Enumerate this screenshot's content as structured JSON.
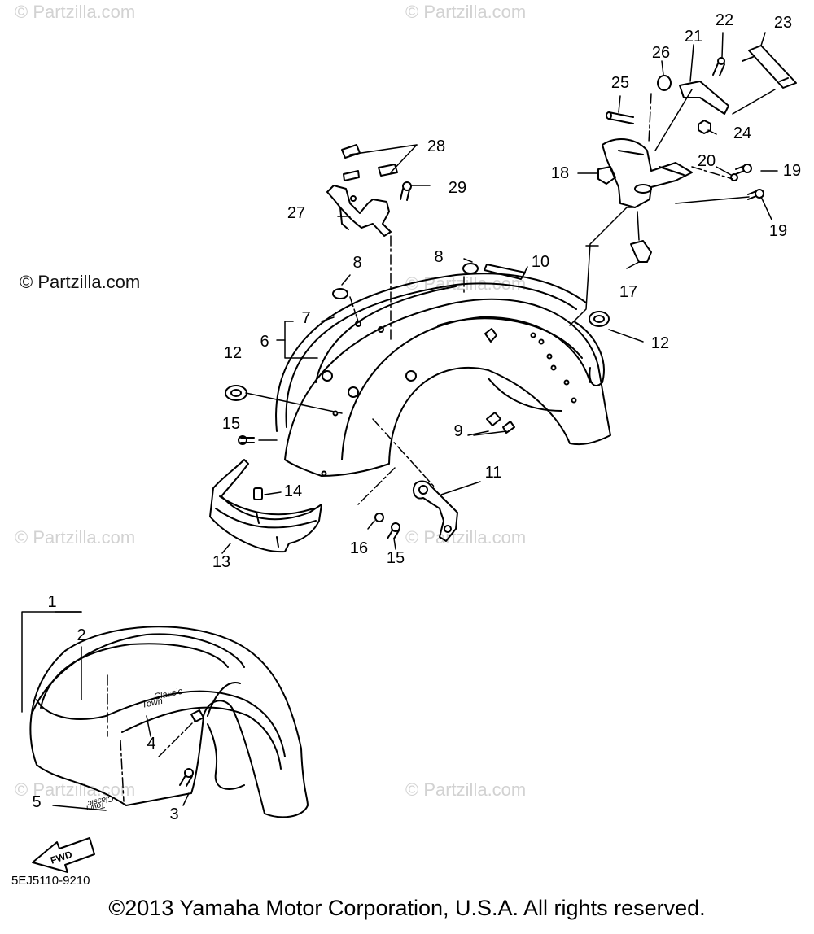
{
  "watermarks": {
    "main": "© Partzilla.com",
    "faint": "© Partzilla.com"
  },
  "callouts": [
    "1",
    "2",
    "3",
    "4",
    "5",
    "6",
    "7",
    "8",
    "8",
    "9",
    "10",
    "11",
    "12",
    "12",
    "13",
    "14",
    "15",
    "15",
    "16",
    "17",
    "18",
    "19",
    "19",
    "20",
    "21",
    "22",
    "23",
    "24",
    "25",
    "26",
    "27",
    "28",
    "29"
  ],
  "decals": {
    "emblem_top": "Town",
    "emblem_bottom": "Classic"
  },
  "fwd_arrow": "FWD",
  "diagram_code": "5EJ5110-9210",
  "copyright": "©2013 Yamaha Motor Corporation, U.S.A. All rights reserved.",
  "colors": {
    "line": "#000000",
    "watermark": "#d2d2d2",
    "background": "#ffffff"
  }
}
